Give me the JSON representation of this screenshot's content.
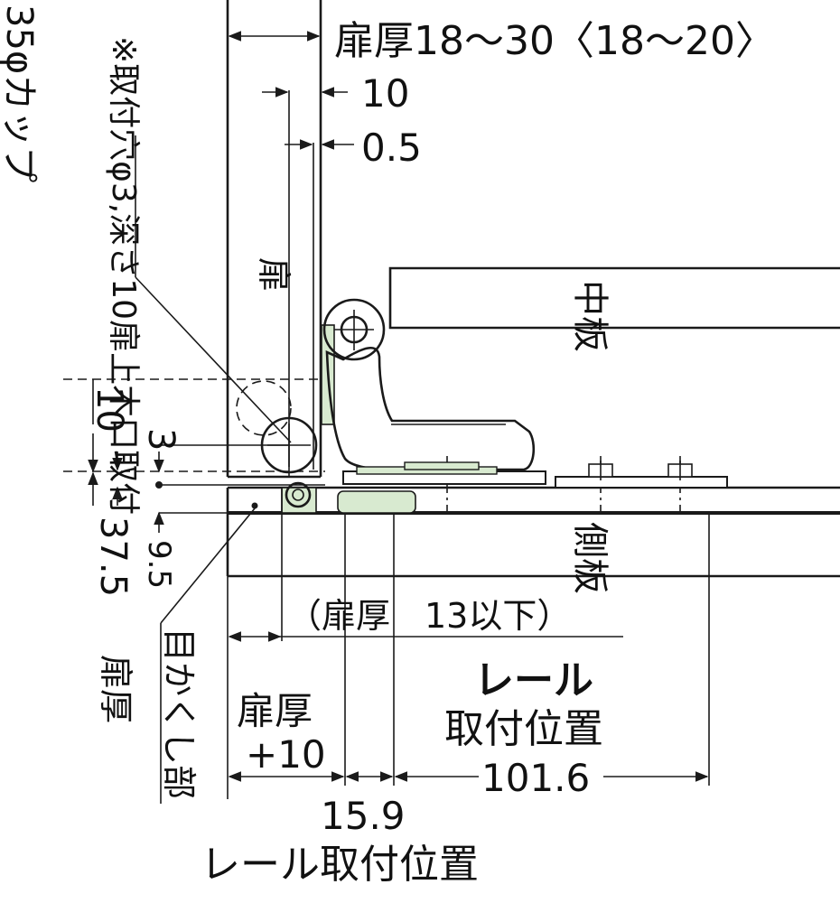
{
  "labels": {
    "door_thickness_range": "扉厚18〜30〈18〜20〉",
    "dim_10_top": "10",
    "dim_0_5": "0.5",
    "door": "扉",
    "middle_board": "中板",
    "side_board": "側板",
    "cup": "35φカップ",
    "mounting_hole_note": "※取付穴φ3,深さ10扉上木口取付",
    "dim_10_left": "10",
    "dim_3": "3",
    "dim_9_5": "9.5",
    "dim_37_5": "37.5",
    "door_thickness_left": "扉厚",
    "concealed_part": "目かくし部",
    "door_thickness_13": "（扉厚　13以下）",
    "rail_title": "レール",
    "rail_position": "取付位置",
    "door_plus_line1": "扉厚",
    "door_plus_line2": "+10",
    "dim_101_6": "101.6",
    "dim_15_9": "15.9",
    "rail_position_bottom": "レール取付位置"
  },
  "colors": {
    "line": "#1a1a1a",
    "accent_fill": "#d8ead0",
    "background": "#ffffff"
  }
}
